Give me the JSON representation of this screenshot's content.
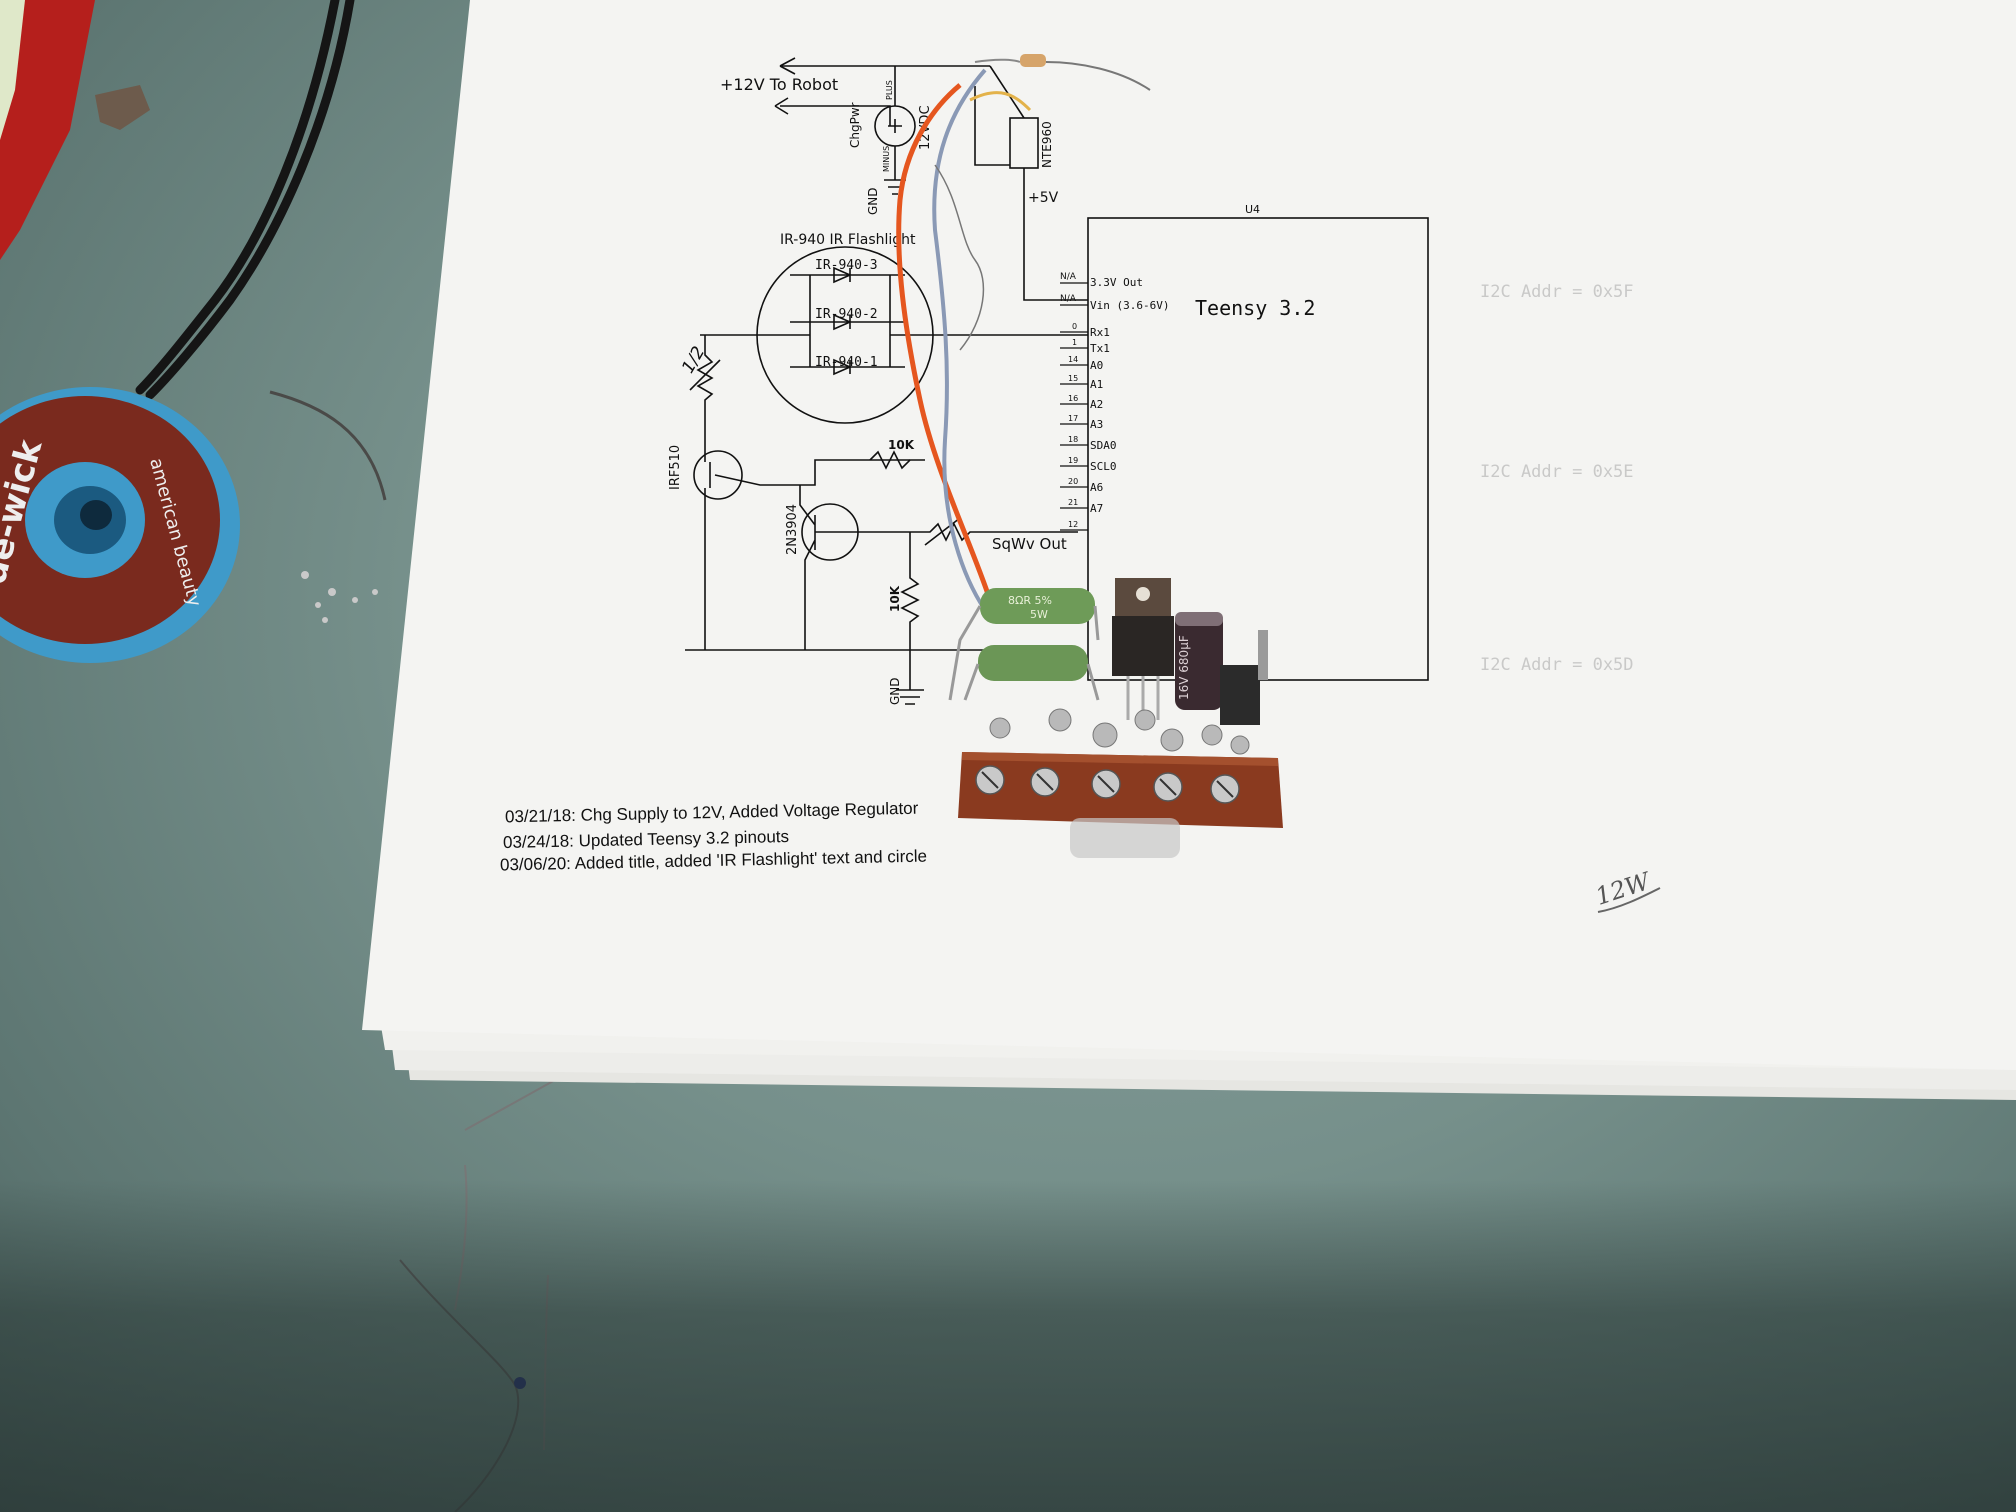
{
  "colors": {
    "mat": "#76908b",
    "paper": "#f4f4f2",
    "ink": "#111111",
    "wire_orange": "#e5561f",
    "wire_blue": "#8a99b5",
    "resistor_green": "#6e9b58",
    "terminal_strip": "#8a3a1f"
  },
  "schematic": {
    "power_out": "+12V To Robot",
    "charger_label": "ChgPwr",
    "charger_plus": "PLUS",
    "charger_minus": "MINUS",
    "charger_voltage": "12VDC",
    "regulator": "NTE960",
    "plus5v": "+5V",
    "gnd_top": "GND",
    "gnd_bottom": "GND",
    "flashlight": "IR-940 IR Flashlight",
    "led3": "IR-940-3",
    "led2": "IR-940-2",
    "led1": "IR-940-1",
    "pot_label": "1/2",
    "mosfet": "IRF510",
    "transistor": "2N3904",
    "r1": "10K",
    "r2": "10K",
    "sqwv": "SqWv Out",
    "u4": "U4",
    "teensy": "Teensy 3.2",
    "pins": [
      {
        "num": "N/A",
        "name": "3.3V Out"
      },
      {
        "num": "N/A",
        "name": "Vin (3.6-6V)"
      },
      {
        "num": "0",
        "name": "Rx1"
      },
      {
        "num": "1",
        "name": "Tx1"
      },
      {
        "num": "14",
        "name": "A0"
      },
      {
        "num": "15",
        "name": "A1"
      },
      {
        "num": "16",
        "name": "A2"
      },
      {
        "num": "17",
        "name": "A3"
      },
      {
        "num": "18",
        "name": "SDA0"
      },
      {
        "num": "19",
        "name": "SCL0"
      },
      {
        "num": "20",
        "name": "A6"
      },
      {
        "num": "21",
        "name": "A7"
      },
      {
        "num": "12",
        "name": ""
      }
    ]
  },
  "revisions": [
    "03/21/18: Chg Supply to 12V, Added Voltage Regulator",
    "03/24/18: Updated Teensy 3.2 pinouts",
    "03/06/20: Added title, added 'IR Flashlight' text and circle"
  ],
  "handwritten": {
    "twelve_w": "12W"
  },
  "ghost_text": [
    "I2C Addr = 0x5F",
    "I2C Addr = 0x5E",
    "I2C Addr = 0x5D"
  ],
  "components": {
    "resistor_text_1": "8ΩR 5%",
    "resistor_text_2": "5W",
    "capacitor_text": "16V 680µF"
  },
  "solder_spool": {
    "brand": "american beauty",
    "product": "de-wick"
  }
}
